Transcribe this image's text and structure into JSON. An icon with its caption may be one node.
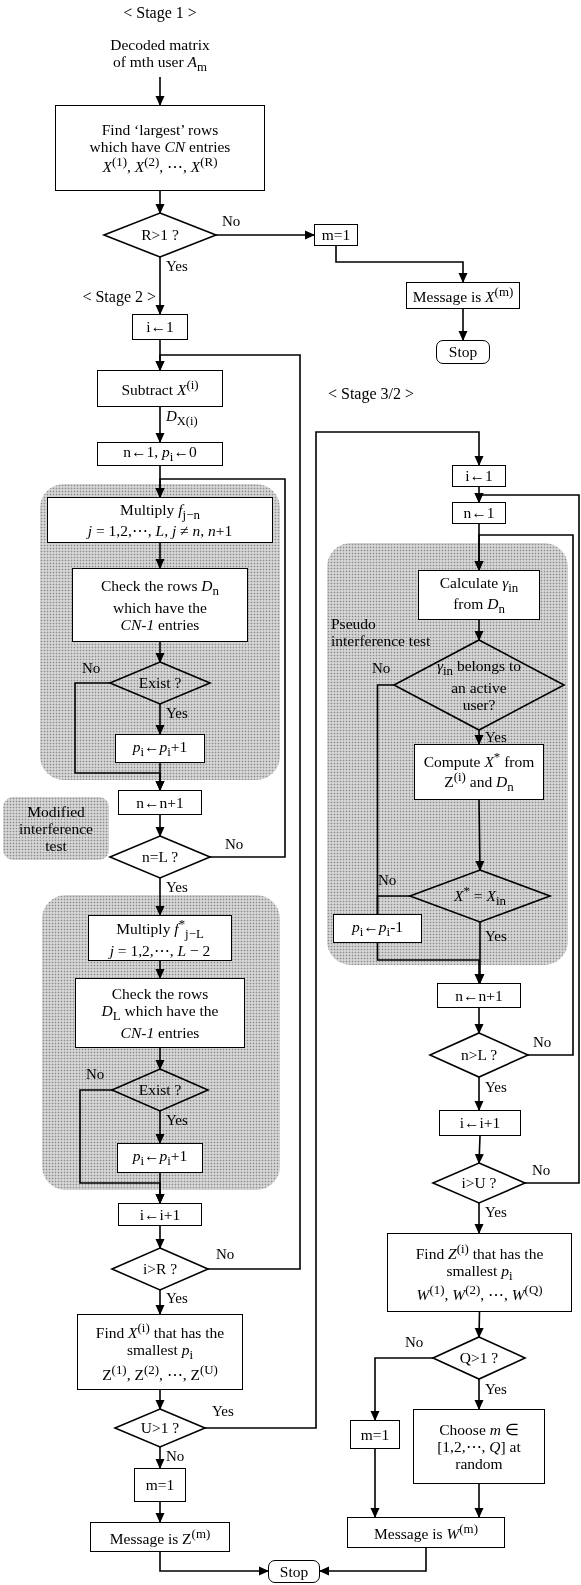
{
  "diagram": {
    "nodes": [
      {
        "text": [
          "Decoded matrix of mth user *A*$_{m}$"
        ]
      },
      {
        "text": [
          "Find ‘largest’ rows which have *CN* entries",
          "*X*$^{(1)}$, *X*$^{(2)}$, ⋯, *X*$^{(R)}$"
        ]
      },
      {
        "text": [
          "R>1 ?"
        ]
      },
      {
        "text": [
          "m=1"
        ]
      },
      {
        "text": [
          "Message is *X*$^{(m)}$"
        ]
      },
      {
        "text": [
          "Stop"
        ]
      },
      {
        "text": [
          "i←1"
        ]
      },
      {
        "text": [
          "Subtract *X*$^{(i)}$"
        ]
      },
      {
        "text": [
          "n←1, *p*$_{i}$←0"
        ]
      },
      {
        "text": [],
        "shape": "box"
      },
      {
        "text": [
          "Multiply *f*$_{j−n}$",
          "*j* = 1,2,⋯, *L*,  *j* ≠ *n*, *n*+1"
        ],
        "in": 9
      },
      {
        "text": [
          "Check the rows *D*$_{n}$ which have the *CN-1* entries"
        ],
        "in": 9
      },
      {
        "text": [
          "Exist ?"
        ],
        "in": 9
      },
      {
        "text": [
          "*p*$_{i}$←*p*$_{i}$+1"
        ],
        "in": 9
      },
      {
        "text": [
          "n←n+1"
        ]
      },
      {
        "text": [
          "Modified interference test"
        ]
      },
      {
        "text": [
          "n=L ?"
        ]
      },
      {
        "text": [],
        "shape": "box"
      },
      {
        "text": [
          "Multiply *f*$^{*}$$_{j−L}$",
          "*j* = 1,2,⋯, *L* − 2"
        ],
        "in": 17
      },
      {
        "text": [
          "Check the rows *D*$_{L}$ which have the *CN-1* entries"
        ],
        "in": 17
      },
      {
        "text": [
          "Exist ?"
        ],
        "in": 17
      },
      {
        "text": [
          "*p*$_{i}$←*p*$_{i}$+1"
        ],
        "in": 17
      },
      {
        "text": [
          "i←i+1"
        ]
      },
      {
        "text": [
          "i>R ?"
        ]
      },
      {
        "text": [
          "Find *X*$^{(i)}$ that has the smallest *p*$_{i}$",
          "Z$^{(1)}$, Z$^{(2)}$, ⋯, Z$^{(U)}$"
        ]
      },
      {
        "text": [
          "U>1 ?"
        ]
      },
      {
        "text": [
          "m=1"
        ]
      },
      {
        "text": [
          "Message is Z$^{(m)}$"
        ]
      },
      {
        "text": [
          "Stop"
        ]
      },
      {
        "text": [
          "i←1"
        ]
      },
      {
        "text": [
          "n←1"
        ]
      },
      {
        "text": [
          "Pseudo interference test"
        ]
      },
      {
        "text": [
          "Calculate *γ*$_{in}$ from *D*$_{n}$"
        ],
        "in": 31
      },
      {
        "text": [
          "*γ*$_{in}$ belongs to an active user?"
        ],
        "in": 31
      },
      {
        "text": [
          "Compute *X*$^{*}$ from Z$^{(i)}$ and *D*$_{n}$"
        ],
        "in": 31
      },
      {
        "text": [
          "*X*$^{*}$ = *X*$_{in}$"
        ],
        "in": 31
      },
      {
        "text": [
          "*p*$_{i}$←*p*$_{i}$-1"
        ],
        "in": 31
      },
      {
        "text": [
          "n←n+1"
        ]
      },
      {
        "text": [
          "n>L ?"
        ]
      },
      {
        "text": [
          "i←i+1"
        ]
      },
      {
        "text": [
          "i>U ?"
        ]
      },
      {
        "text": [
          "Find *Z*$^{(i)}$ that has the smallest *p*$_{i}$",
          "*W*$^{(1)}$, *W*$^{(2)}$, ⋯, *W*$^{(Q)}$"
        ]
      },
      {
        "text": [
          "Q>1 ?"
        ]
      },
      {
        "text": [
          "m=1"
        ]
      },
      {
        "text": [
          "Choose *m* ∈ [1,2,⋯, *Q*] at random"
        ]
      },
      {
        "text": [
          "Message is *W*$^{(m)}$"
        ]
      }
    ],
    "edges": [
      {
        "from": 0,
        "to": 1,
        "arrow": "to"
      },
      {
        "from": 1,
        "to": 2,
        "arrow": "to"
      },
      {
        "from": 2,
        "to": 3,
        "arrow": "to",
        "label": "No"
      },
      {
        "from": 3,
        "to": 4,
        "arrow": "to"
      },
      {
        "from": 4,
        "to": 5,
        "arrow": "to"
      },
      {
        "from": 2,
        "to": 6,
        "arrow": "to",
        "label": "Yes"
      },
      {
        "from": 6,
        "to": 7,
        "arrow": "to"
      },
      {
        "from": 7,
        "to": 8,
        "arrow": "to",
        "label": "*D*$_{X(i)}$"
      },
      {
        "from": 8,
        "to": 10,
        "arrow": "to"
      },
      {
        "from": 10,
        "to": 11,
        "arrow": "to"
      },
      {
        "from": 11,
        "to": 12,
        "arrow": "to"
      },
      {
        "from": 12,
        "to": 13,
        "arrow": "to",
        "label": "Yes"
      },
      {
        "from": 12,
        "to": 14,
        "arrow": "to",
        "label": "No"
      },
      {
        "from": 13,
        "to": 14,
        "arrow": "to"
      },
      {
        "from": 14,
        "to": 16,
        "arrow": "to"
      },
      {
        "from": 16,
        "to": 10,
        "arrow": "to",
        "label": "No"
      },
      {
        "from": 16,
        "to": 18,
        "arrow": "to",
        "label": "Yes"
      },
      {
        "from": 18,
        "to": 19,
        "arrow": "to"
      },
      {
        "from": 19,
        "to": 20,
        "arrow": "to"
      },
      {
        "from": 20,
        "to": 21,
        "arrow": "to",
        "label": "Yes"
      },
      {
        "from": 20,
        "to": 22,
        "arrow": "to",
        "label": "No"
      },
      {
        "from": 21,
        "to": 22,
        "arrow": "to"
      },
      {
        "from": 22,
        "to": 23,
        "arrow": "to"
      },
      {
        "from": 23,
        "to": 7,
        "arrow": "to",
        "label": "No"
      },
      {
        "from": 23,
        "to": 24,
        "arrow": "to",
        "label": "Yes"
      },
      {
        "from": 24,
        "to": 25,
        "arrow": "to"
      },
      {
        "from": 25,
        "to": 29,
        "arrow": "to",
        "label": "Yes"
      },
      {
        "from": 25,
        "to": 26,
        "arrow": "to",
        "label": "No"
      },
      {
        "from": 26,
        "to": 27,
        "arrow": "to"
      },
      {
        "from": 27,
        "to": 28,
        "arrow": "to"
      },
      {
        "from": 29,
        "to": 30,
        "arrow": "to"
      },
      {
        "from": 30,
        "to": 32,
        "arrow": "to"
      },
      {
        "from": 32,
        "to": 33,
        "arrow": "to"
      },
      {
        "from": 33,
        "to": 34,
        "arrow": "to",
        "label": "Yes"
      },
      {
        "from": 33,
        "to": 36,
        "arrow": "none",
        "label": "No"
      },
      {
        "from": 34,
        "to": 35,
        "arrow": "to"
      },
      {
        "from": 35,
        "to": 37,
        "arrow": "to",
        "label": "Yes"
      },
      {
        "from": 35,
        "to": 36,
        "arrow": "none",
        "label": "No"
      },
      {
        "from": 36,
        "to": 37,
        "arrow": "to"
      },
      {
        "from": 37,
        "to": 38,
        "arrow": "to"
      },
      {
        "from": 38,
        "to": 32,
        "arrow": "to",
        "label": "No"
      },
      {
        "from": 38,
        "to": 39,
        "arrow": "to",
        "label": "Yes"
      },
      {
        "from": 39,
        "to": 40,
        "arrow": "to"
      },
      {
        "from": 40,
        "to": 30,
        "arrow": "to",
        "label": "No"
      },
      {
        "from": 40,
        "to": 41,
        "arrow": "to",
        "label": "Yes"
      },
      {
        "from": 41,
        "to": 42,
        "arrow": "to"
      },
      {
        "from": 42,
        "to": 43,
        "arrow": "to",
        "label": "No"
      },
      {
        "from": 42,
        "to": 44,
        "arrow": "to",
        "label": "Yes"
      },
      {
        "from": 43,
        "to": 45,
        "arrow": "to"
      },
      {
        "from": 44,
        "to": 45,
        "arrow": "to"
      },
      {
        "from": 45,
        "to": 28,
        "arrow": "to"
      }
    ],
    "labels": [
      "< Stage 1 >",
      "< Stage 2 >",
      "< Stage 3/2 >"
    ]
  }
}
